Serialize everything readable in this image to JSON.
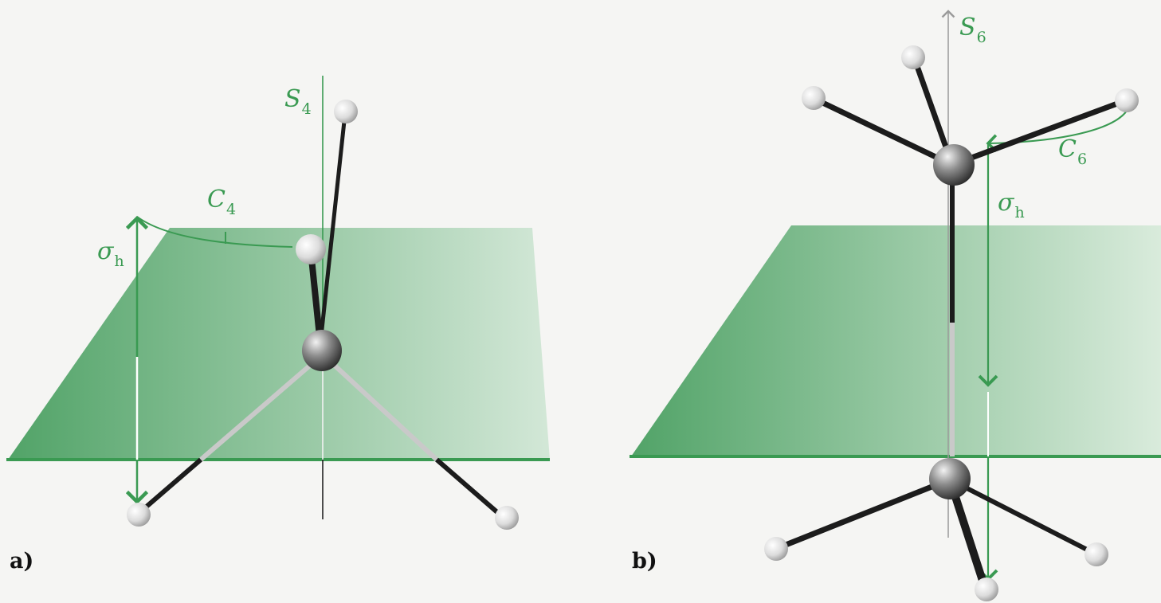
{
  "colors": {
    "plane_dark": "#3f9a58",
    "plane_light": "#cfe6d4",
    "plane_edge": "#3a9a52",
    "annotation": "#3a9a52",
    "bond_dark": "#1c1c1c",
    "bond_light": "#c9c9c9",
    "atom_small": "#e3e3e3",
    "atom_center": "#8a8a8a",
    "axis_gray": "#9a9a9a"
  },
  "panel_a": {
    "label": "a)",
    "axis_label": {
      "main": "S",
      "sub": "4"
    },
    "rotation_label": {
      "main": "C",
      "sub": "4"
    },
    "mirror_label": {
      "main": "σ",
      "sub": "h"
    },
    "icons": {
      "axis": "vertical-axis-line",
      "rotation": "curved-rotation-arrow",
      "reflection": "double-headed-arrow",
      "plane": "mirror-plane",
      "atoms": "ball-and-stick-molecule"
    }
  },
  "panel_b": {
    "label": "b)",
    "axis_label": {
      "main": "S",
      "sub": "6"
    },
    "rotation_label": {
      "main": "C",
      "sub": "6"
    },
    "mirror_label": {
      "main": "σ",
      "sub": "h"
    },
    "icons": {
      "axis": "vertical-axis-arrow",
      "rotation": "curved-rotation-arrow",
      "reflection": "long-arrow",
      "plane": "mirror-plane",
      "atoms": "ball-and-stick-molecule"
    }
  }
}
